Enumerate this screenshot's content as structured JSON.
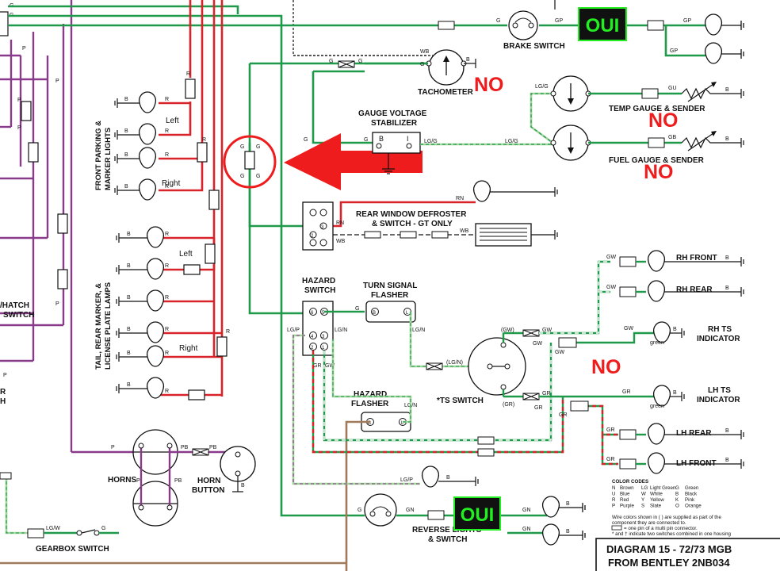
{
  "colors": {
    "green": "#1e9a4a",
    "red": "#d8232a",
    "purple": "#8a3a8a",
    "brown": "#a07a5a",
    "lightgreen": "#9fd49a",
    "black": "#111111",
    "arrow": "#ee1c1c",
    "oui_bg": "#111111",
    "oui_fg": "#22ee22",
    "no_fg": "#ee1c1c"
  },
  "overlays": {
    "oui": "OUI",
    "no": "NO"
  },
  "labels": {
    "brake_switch": "BRAKE SWITCH",
    "tachometer": "TACHOMETER",
    "gauge_stab_1": "GAUGE VOLTAGE",
    "gauge_stab_2": "STABILIZER",
    "temp_gauge": "TEMP GAUGE & SENDER",
    "fuel_gauge": "FUEL GAUGE & SENDER",
    "rear_defrost_1": "REAR WINDOW DEFROSTER",
    "rear_defrost_2": "& SWITCH - GT ONLY",
    "hazard_switch_1": "HAZARD",
    "hazard_switch_2": "SWITCH",
    "turn_flasher_1": "TURN SIGNAL",
    "turn_flasher_2": "FLASHER",
    "hazard_flasher_1": "HAZARD",
    "hazard_flasher_2": "FLASHER",
    "ts_switch": "*TS SWITCH",
    "rh_front": "RH FRONT",
    "rh_rear": "RH REAR",
    "rh_ts_1": "RH TS",
    "rh_ts_2": "INDICATOR",
    "lh_ts_1": "LH TS",
    "lh_ts_2": "INDICATOR",
    "lh_rear": "LH REAR",
    "lh_front": "LH FRONT",
    "horns": "HORNS",
    "horn_button_1": "HORN",
    "horn_button_2": "BUTTON",
    "gearbox_switch": "GEARBOX SWITCH",
    "reverse_1": "REVERSE LIGHTS",
    "reverse_2": "& SWITCH",
    "front_parking_1": "FRONT PARKING &",
    "front_parking_2": "MARKER LIGHTS",
    "tail_1": "TAIL, REAR MARKER, &",
    "tail_2": "LICENSE PLATE LAMPS",
    "left_top": "Left",
    "right_top": "Right",
    "left_bottom": "Left",
    "right_bottom": "Right",
    "hatch_1": "/HATCH",
    "hatch_2": "SWITCH",
    "green_1": "green",
    "green_2": "green",
    "edge_r": "R",
    "edge_h": "H"
  },
  "wires": {
    "g": "G",
    "gp": "GP",
    "wb": "WB",
    "lgg": "LG/G",
    "gu": "GU",
    "gb": "GB",
    "rn": "RN",
    "gw": "GW",
    "gw_paren": "(GW)",
    "gr": "GR",
    "gr_paren": "(GR)",
    "lgn": "LG/N",
    "lgn_paren": "(LG/N)",
    "lgp": "LG/P",
    "gn": "GN",
    "lgw": "LG/W",
    "pb": "PB",
    "p": "P",
    "r": "R",
    "b": "B",
    "i": "I",
    "n": "N"
  },
  "pins": {
    "p1": "1",
    "p2": "2",
    "p3": "3",
    "p4": "4",
    "p5": "5",
    "p6": "6"
  },
  "legend": {
    "title": "COLOR CODES",
    "rows": [
      [
        "N",
        "Brown",
        "LG",
        "Light Green",
        "G",
        "Green"
      ],
      [
        "U",
        "Blue",
        "W",
        "White",
        "B",
        "Black"
      ],
      [
        "R",
        "Red",
        "Y",
        "Yellow",
        "K",
        "Pink"
      ],
      [
        "P",
        "Purple",
        "S",
        "Slate",
        "O",
        "Orange"
      ]
    ],
    "note1": "Wire colors shown in ( ) are supplied as part of the",
    "note2": "component they are connected to.",
    "note3": "= one pin of a multi pin connector.",
    "note4": "* and † indicate two switches combined in one housing"
  },
  "title_block": {
    "line1": "DIAGRAM 15 - 72/73 MGB",
    "line2": "FROM BENTLEY 2NB034"
  }
}
